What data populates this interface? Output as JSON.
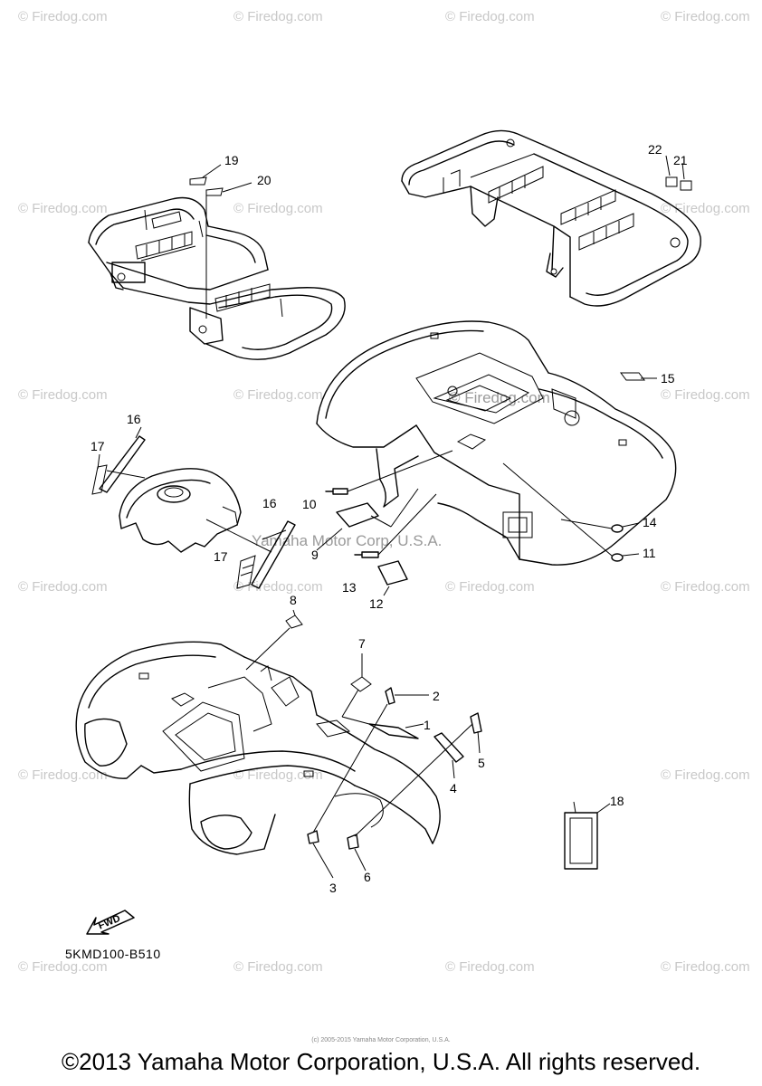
{
  "watermark_text": "© Firedog.com",
  "center_watermark": "© Firedog.com",
  "mid_watermark": "Yamaha Motor Corp, U.S.A.",
  "callouts": [
    "1",
    "2",
    "3",
    "4",
    "5",
    "6",
    "7",
    "8",
    "9",
    "10",
    "11",
    "12",
    "13",
    "14",
    "15",
    "16",
    "17",
    "16",
    "17",
    "18",
    "19",
    "20",
    "21",
    "22"
  ],
  "diagram_code": "5KMD100-B510",
  "fwd_label": "FWD",
  "small_copyright": "(c) 2005-2015 Yamaha Motor Corporation, U.S.A.",
  "footer": "©2013 Yamaha Motor Corporation, U.S.A. All rights reserved."
}
